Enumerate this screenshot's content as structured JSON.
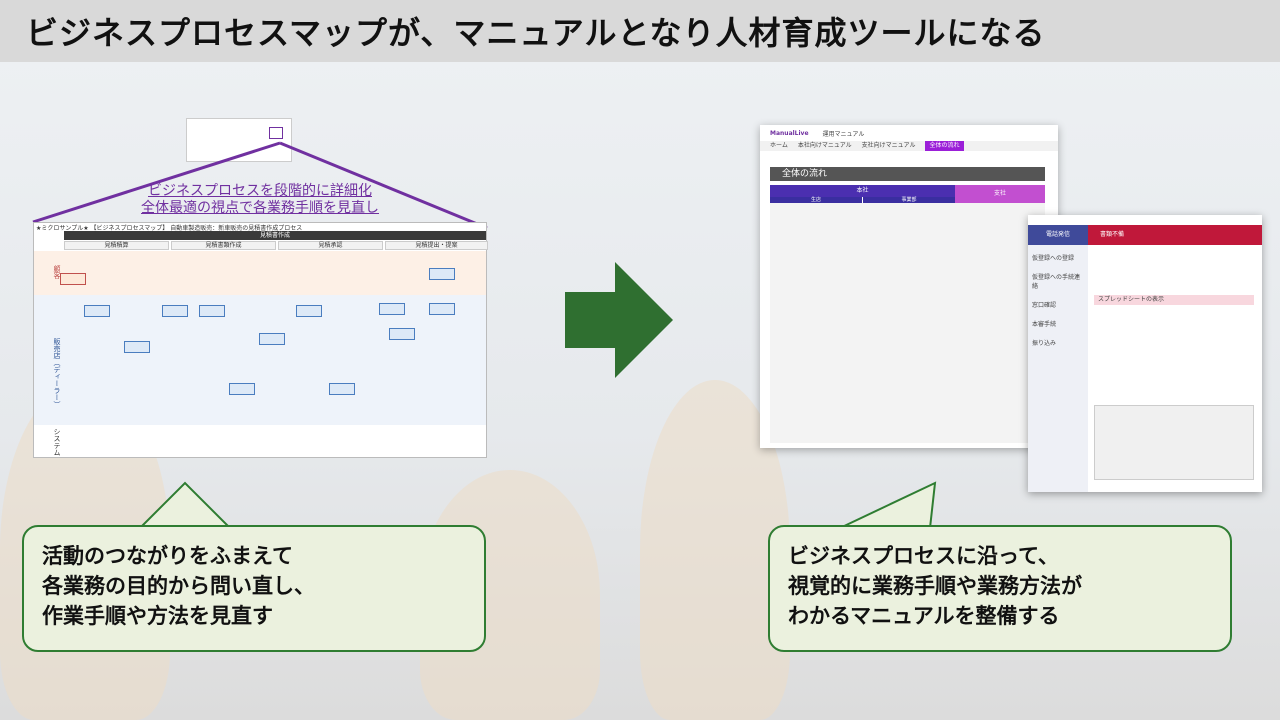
{
  "title": "ビジネスプロセスマップが、マニュアルとなり人材育成ツールになる",
  "left": {
    "zoom_caption_1": "ビジネスプロセスを段階的に詳細化",
    "zoom_caption_2": "全体最適の視点で各業務手順を見直し",
    "map_title": "★ミクロサンプル★ 【ビジネスプロセスマップ】 自動車製造販売：新車販売の見積書作成プロセス",
    "map_header": "見積書作成",
    "phases": [
      "見積積算",
      "見積書類作成",
      "見積承認",
      "見積提出・提案"
    ],
    "lanes": [
      "顧客",
      "販売店（ディーラー）",
      "システム"
    ],
    "callout": [
      "活動のつながりをふまえて",
      "各業務の目的から問い直し、",
      "作業手順や方法を見直す"
    ]
  },
  "right": {
    "app_name": "ManualLive",
    "manual_title": "運用マニュアル",
    "nav": [
      "ホーム",
      "本社向けマニュアル",
      "支社向けマニュアル",
      "全体の流れ"
    ],
    "section_title": "全体の流れ",
    "col_hq": "本社",
    "col_branch": "支社",
    "sub_cols": [
      "生店",
      "事業部"
    ],
    "page2_side": "電話発信",
    "page2_title": "書類不備",
    "page2_section": "スプレッドシートの表示",
    "page2_menu": [
      "仮登録への登録",
      "仮登録への手続連絡",
      "窓口確認",
      "本審手続",
      "振り込み"
    ],
    "callout": [
      "ビジネスプロセスに沿って、",
      "視覚的に業務手順や業務方法が",
      "わかるマニュアルを整備する"
    ]
  },
  "colors": {
    "accent_green": "#2f7d32",
    "purple": "#7030a0",
    "hq_blue": "#4b2fb0",
    "branch_magenta": "#c24fd0",
    "crimson": "#c0183a"
  }
}
